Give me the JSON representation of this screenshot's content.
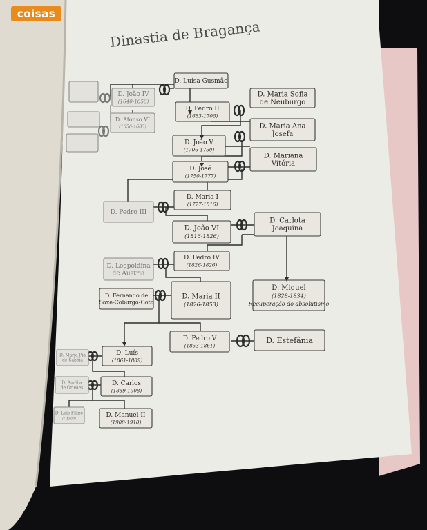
{
  "watermark": "coisas",
  "page": {
    "title": "Dinastia de Bragança"
  },
  "nodes": {
    "faded_parent_1": "",
    "faded_parent_2": "",
    "faded_sibling_1": "",
    "faded_sibling_2": "",
    "joao_iv": [
      "D. João IV",
      "(1640-1656)"
    ],
    "afonso_vi": [
      "D. Afonso VI",
      "(1656-1683)"
    ],
    "luisa_gusmao": [
      "D. Luísa Gusmão"
    ],
    "pedro_ii": [
      "D. Pedro II",
      "(1683-1706)"
    ],
    "maria_sofia": [
      "D. Maria Sofia",
      "de Neuburgo"
    ],
    "joao_v": [
      "D. João V",
      "(1706-1750)"
    ],
    "maria_ana": [
      "D. Maria Ana",
      "Josefa"
    ],
    "jose": [
      "D. José",
      "(1750-1777)"
    ],
    "mariana_vitoria": [
      "D. Mariana",
      "Vitória"
    ],
    "pedro_iii": [
      "D. Pedro III"
    ],
    "maria_i": [
      "D. Maria I",
      "(1777-1816)"
    ],
    "joao_vi": [
      "D. João VI",
      "(1816-1826)"
    ],
    "carlota_joaquina": [
      "D. Carlota",
      "Joaquina"
    ],
    "leopoldina": [
      "D. Leopoldina",
      "de Áustria"
    ],
    "pedro_iv": [
      "D. Pedro IV",
      "(1826-1826)"
    ],
    "miguel": [
      "D. Miguel",
      "(1828-1834)",
      "Recuperação do absolutismo"
    ],
    "fernando": [
      "D. Fernando de",
      "Saxe-Coburgo-Gota"
    ],
    "maria_ii": [
      "D. Maria II",
      "(1826-1853)"
    ],
    "pedro_v": [
      "D. Pedro V",
      "(1853-1861)"
    ],
    "estefania": [
      "D. Estefânia"
    ],
    "maria_pia": [
      "D. Maria Pia",
      "de Sabóia"
    ],
    "luis": [
      "D. Luís",
      "(1861-1889)"
    ],
    "amelia": [
      "D. Amélia",
      "de Orleães"
    ],
    "carlos": [
      "D. Carlos",
      "(1889-1908)"
    ],
    "luis_filipe": [
      "D. Luís Filipe",
      "(† 1908)"
    ],
    "manuel_ii": [
      "D. Manuel II",
      "(1908-1910)"
    ]
  }
}
